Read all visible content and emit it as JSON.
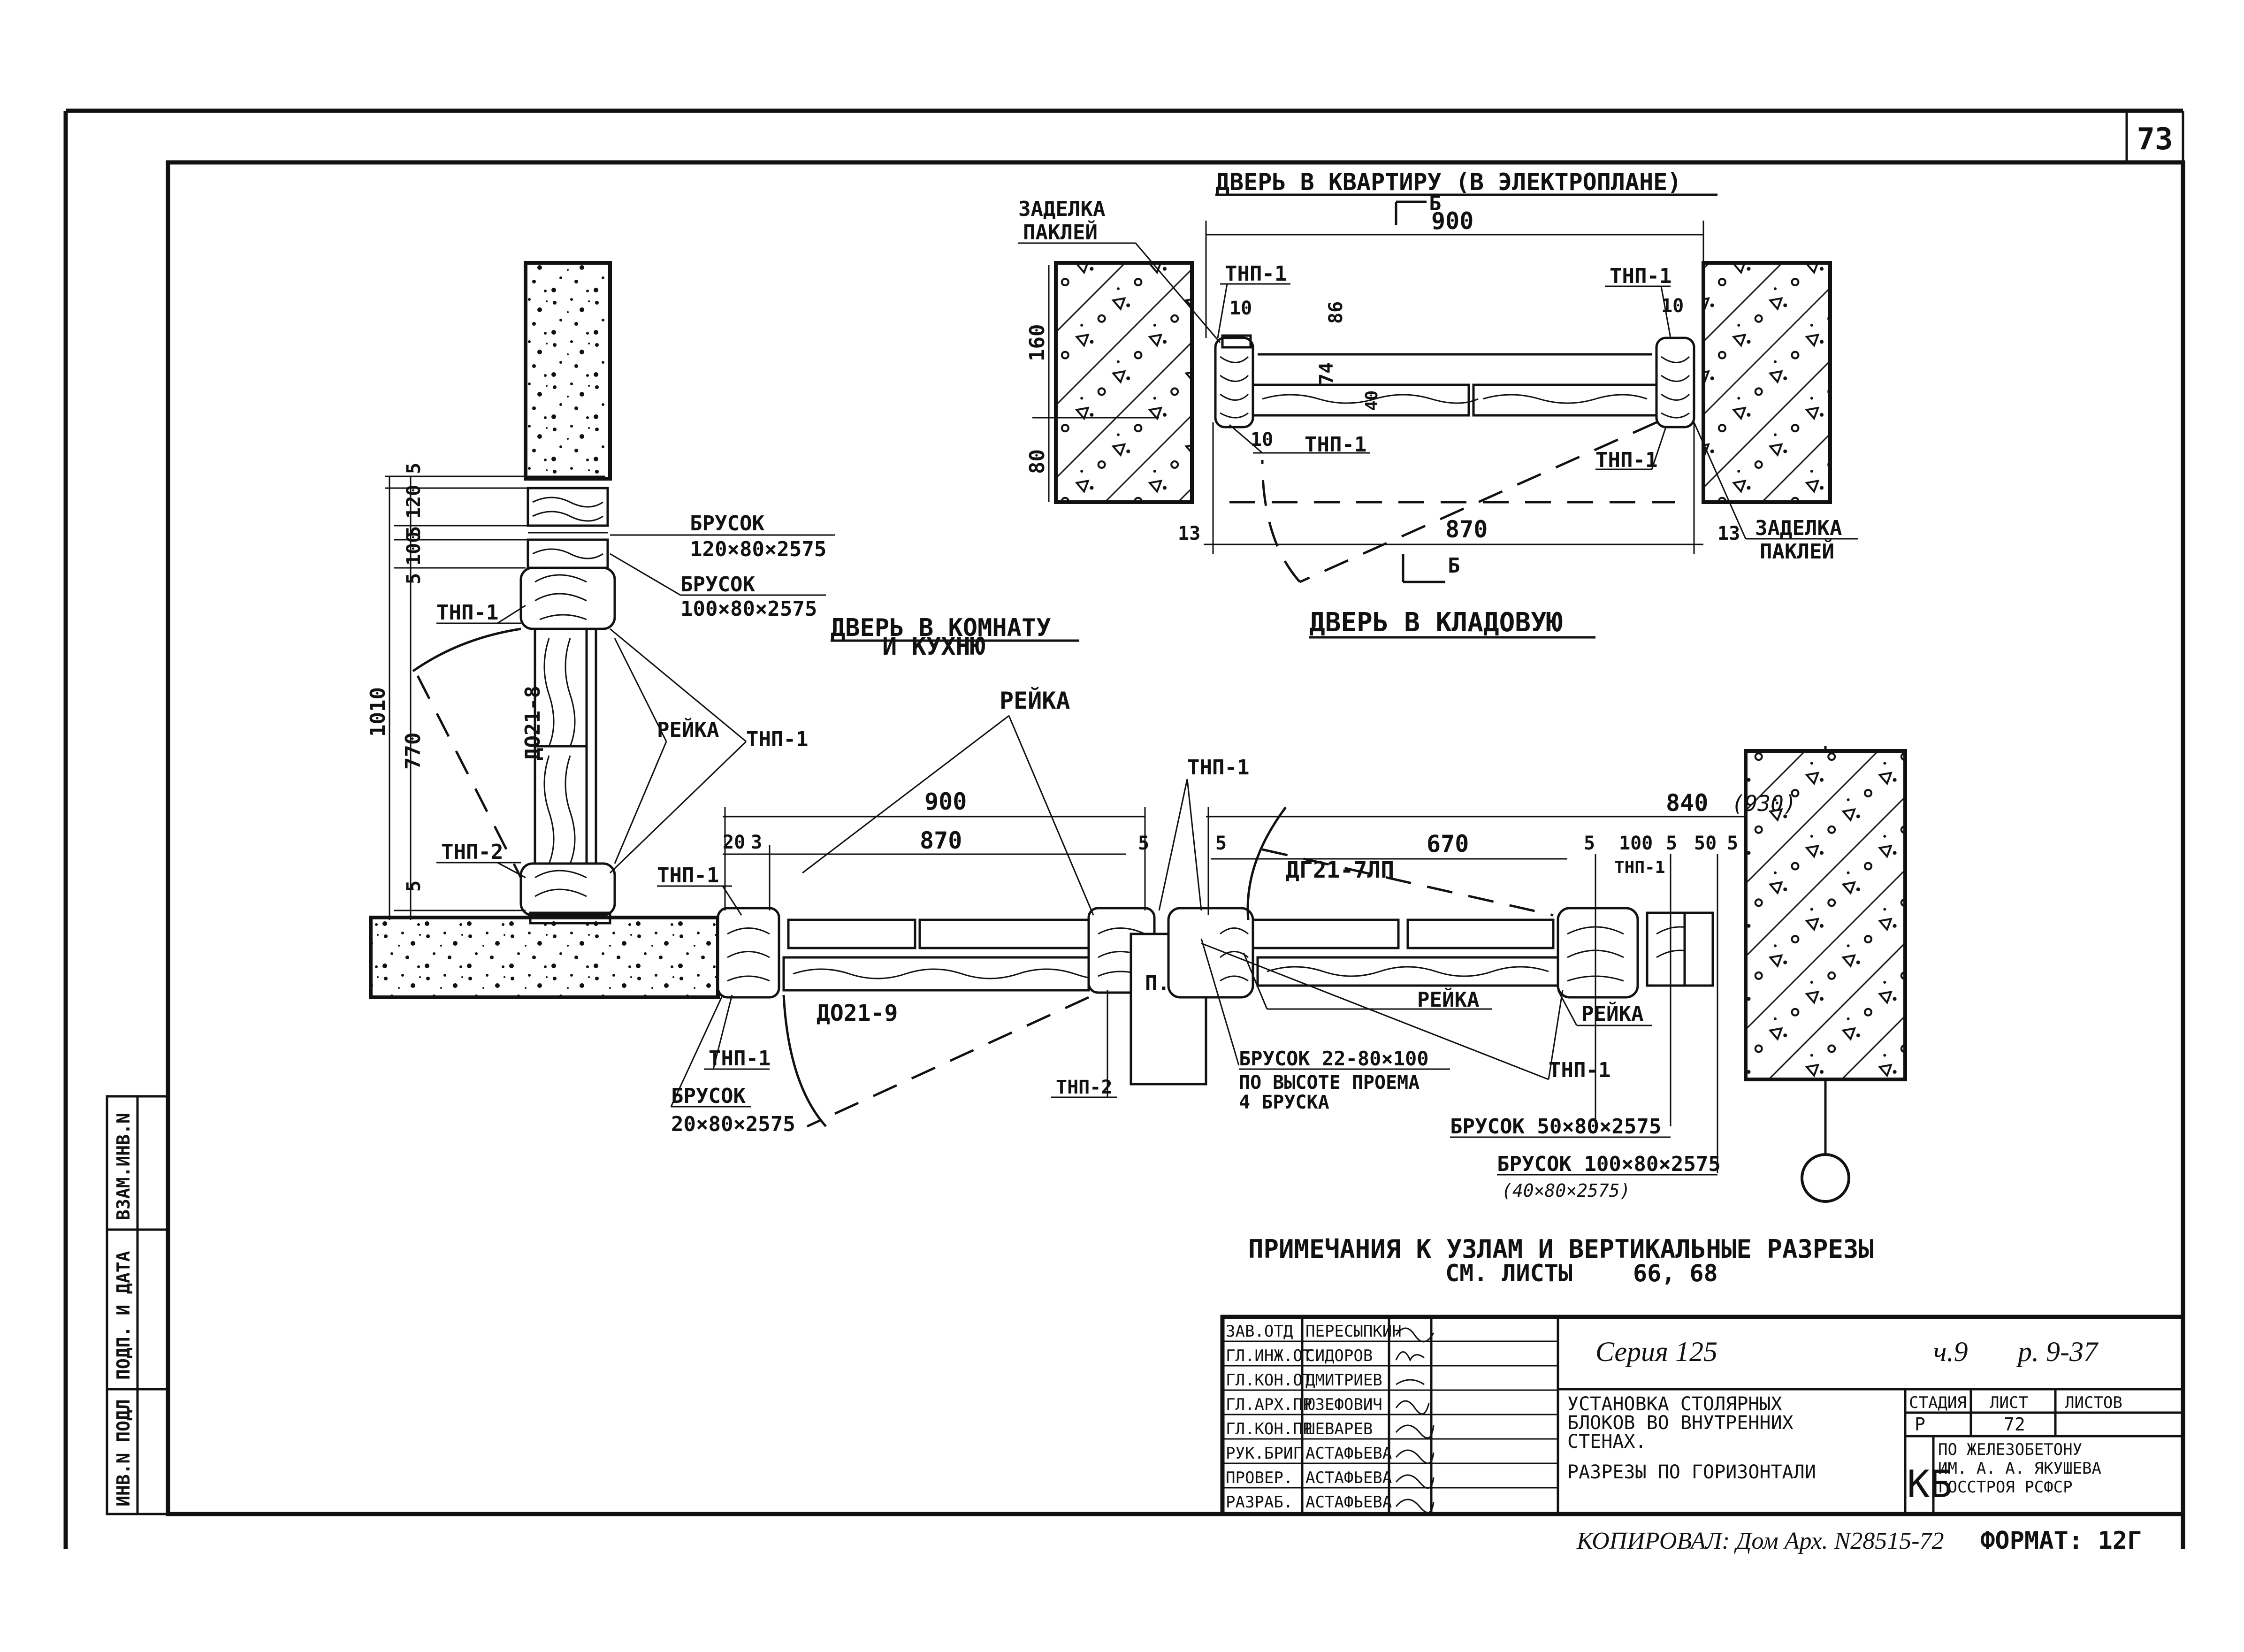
{
  "sheet": {
    "number": "73",
    "copied_note": "КОПИРОВАЛ: Дом Арх. N28515-72",
    "format_label": "ФОРМАТ: 12Г"
  },
  "side_stamp": {
    "cells": [
      "ИНВ.N ПОДЛ",
      "ПОДП. И ДАТА",
      "ВЗАМ.ИНВ.N"
    ]
  },
  "top_section": {
    "title": "ДВЕРЬ В КВАРТИРУ (В ЭЛЕКТРОПЛАНЕ)",
    "subtitle": "ДВЕРЬ В КЛАДОВУЮ",
    "section_mark": "Б",
    "dim_900": "900",
    "dim_870": "870",
    "dim_160": "160",
    "dim_80": "80",
    "dim_86": "86",
    "dim_74": "74",
    "dim_40": "40",
    "dim_10a": "10",
    "dim_10b": "10",
    "dim_10c": "10",
    "dim_13a": "13",
    "dim_13b": "13",
    "label_zadelka_1": "ЗАДЕЛКА",
    "label_paklei_1": "ПАКЛЕЙ",
    "label_zadelka_2": "ЗАДЕЛКА",
    "label_paklei_2": "ПАКЛЕЙ",
    "label_tnp": "ТНП-1"
  },
  "left_section": {
    "title_line1": "ДВЕРЬ В КОМНАТУ",
    "title_line2": "И КУХНЮ",
    "dim_1010": "1010",
    "dim_770": "770",
    "dim_5a": "5",
    "dim_120": "120",
    "dim_5b": "5",
    "dim_100": "100",
    "dim_5c": "5",
    "dim_5d": "5",
    "brusok1_label": "БРУСОК",
    "brusok1_size": "120×80×2575",
    "brusok2_label": "БРУСОК",
    "brusok2_size": "100×80×2575",
    "door_code": "ДО21-8",
    "tnp1": "ТНП-1",
    "tnp2": "ТНП-2",
    "reika": "РЕЙКА",
    "tnp1b": "ТНП-1"
  },
  "bottom_section": {
    "reika_top": "РЕЙКА",
    "dim_900": "900",
    "dim_870": "870",
    "dim_20": "20",
    "dim_3": "3",
    "dim_5a": "5",
    "dim_5b": "5",
    "dim_840": "840",
    "dim_930": "(930)",
    "dim_670": "670",
    "dim_5c": "5",
    "dim_100": "100",
    "dim_5d": "5",
    "dim_50": "50",
    "dim_5e": "5",
    "door_left_code": "ДО21-9",
    "door_right_code": "ДГ21-7ЛП",
    "partition_code": "П.П",
    "tnp1_a": "ТНП-1",
    "tnp1_b": "ТНП-1",
    "tnp1_c": "ТНП-1",
    "tnp1_d": "ТНП-1",
    "tnp1_e": "ТНП-1",
    "tnp2": "ТНП-2",
    "reika_a": "РЕЙКА",
    "reika_b": "РЕЙКА",
    "brusok20_label": "БРУСОК",
    "brusok20_size": "20×80×2575",
    "brusok22_line1": "БРУСОК 22-80×100",
    "brusok22_line2": "ПО ВЫСОТЕ ПРОЕМА",
    "brusok22_line3": "4 БРУСКА",
    "brusok50": "БРУСОК 50×80×2575",
    "brusok100": "БРУСОК 100×80×2575",
    "brusok40": "(40×80×2575)"
  },
  "notes": {
    "line1": "ПРИМЕЧАНИЯ К УЗЛАМ И ВЕРТИКАЛЬНЫЕ РАЗРЕЗЫ",
    "line2_a": "СМ. ЛИСТЫ",
    "line2_b": "66, 68"
  },
  "title_block": {
    "roles": [
      "ЗАВ.ОТД",
      "ГЛ.ИНЖ.ОТ",
      "ГЛ.КОН.ОТ",
      "ГЛ.АРХ.ПР",
      "ГЛ.КОН.ПР",
      "РУК.БРИГ",
      "ПРОВЕР.",
      "РАЗРАБ."
    ],
    "names": [
      "ПЕРЕСЫПКИН",
      "СИДОРОВ",
      "ДМИТРИЕВ",
      "ЮЗЕФОВИЧ",
      "ШЕВАРЕВ",
      "АСТАФЬЕВА",
      "АСТАФЬЕВА",
      "АСТАФЬЕВА"
    ],
    "series": "Серия 125",
    "part": "ч.9",
    "sheet_ref": "р. 9-37",
    "desc_line1": "УСТАНОВКА СТОЛЯРНЫХ",
    "desc_line2": "БЛОКОВ ВО ВНУТРЕННИХ",
    "desc_line3": "СТЕНАХ.",
    "desc_line4": "РАЗРЕЗЫ ПО ГОРИЗОНТАЛИ",
    "col_stage": "СТАДИЯ",
    "col_sheet": "ЛИСТ",
    "col_sheets": "ЛИСТОВ",
    "val_stage": "Р",
    "val_sheet": "72",
    "val_sheets": "",
    "org_mark": "КБ",
    "org_line1": "ПО ЖЕЛЕЗОБЕТОНУ",
    "org_line2": "ИМ. А. А. ЯКУШЕВА",
    "org_line3": "ГОССТРОЯ РСФСР"
  }
}
